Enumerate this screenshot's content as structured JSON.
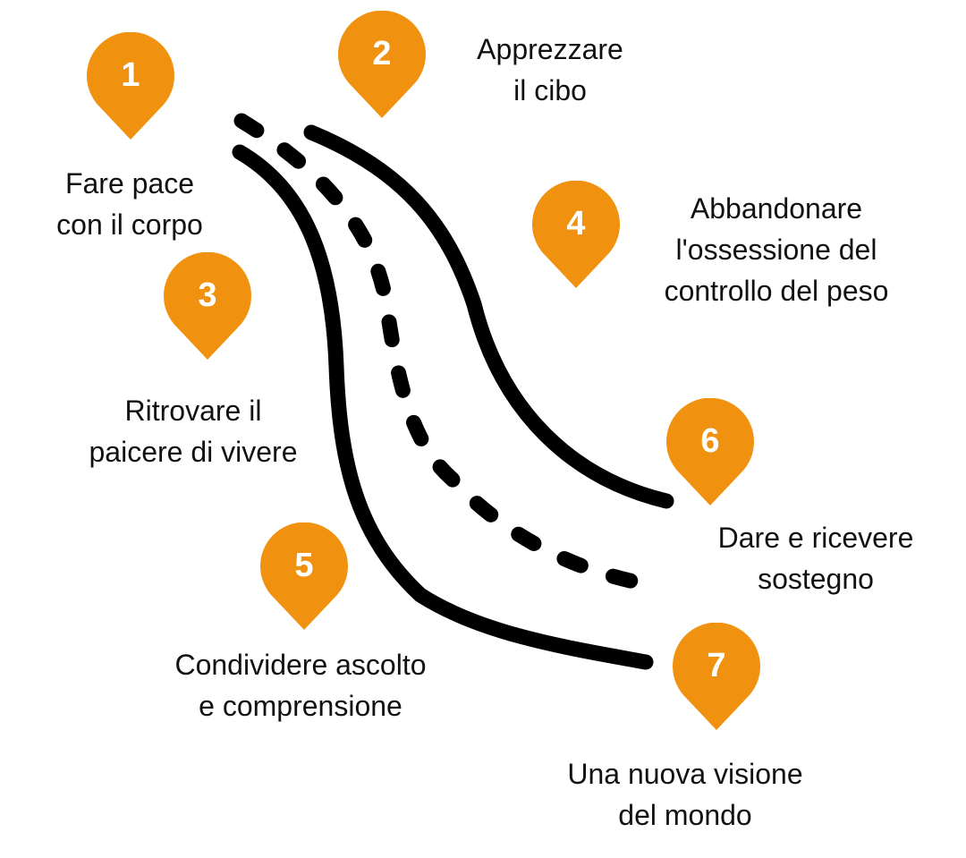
{
  "colors": {
    "pin": "#F0920F",
    "road": "#000000",
    "background": "#ffffff"
  },
  "steps": [
    {
      "number": "1",
      "label": "Fare pace\ncon il corpo"
    },
    {
      "number": "2",
      "label": "Apprezzare\nil cibo"
    },
    {
      "number": "3",
      "label": "Ritrovare il\npaicere di vivere"
    },
    {
      "number": "4",
      "label": "Abbandonare\nl'ossessione del\ncontrollo del peso"
    },
    {
      "number": "5",
      "label": "Condividere ascolto\ne comprensione"
    },
    {
      "number": "6",
      "label": "Dare e ricevere\nsostegno"
    },
    {
      "number": "7",
      "label": "Una nuova visione\ndel mondo"
    }
  ]
}
